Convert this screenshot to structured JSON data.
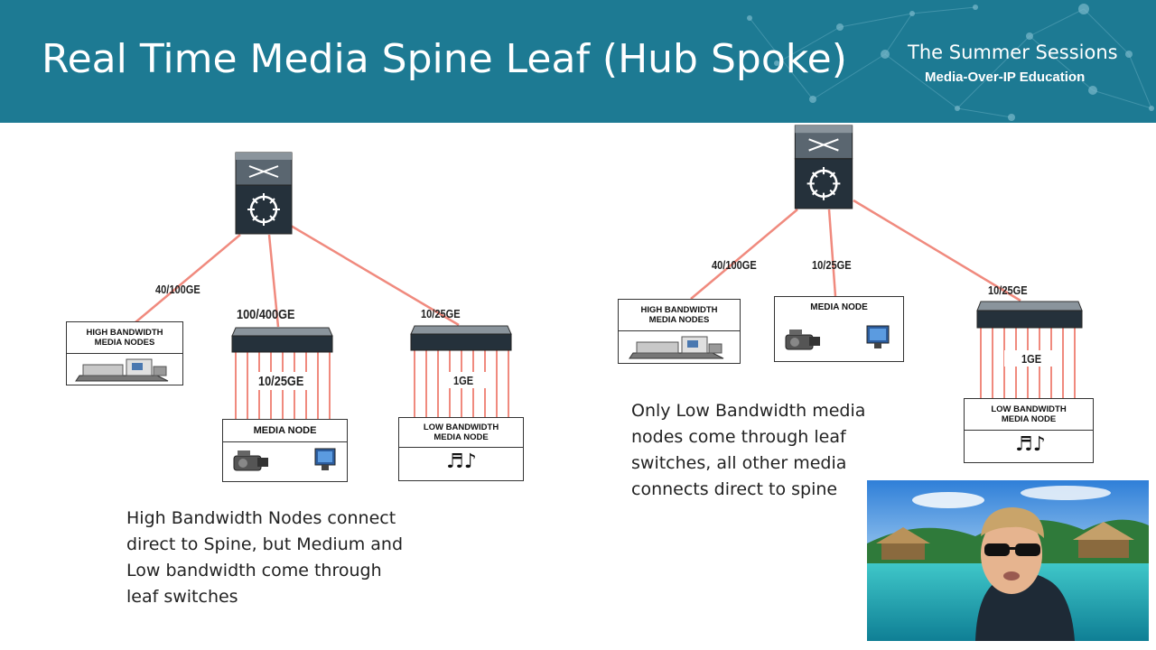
{
  "slide": {
    "title": "Real Time Media Spine Leaf (Hub Spoke)",
    "brand_line1": "The Summer Sessions",
    "brand_line2": "Media-Over-IP Education"
  },
  "left_diagram": {
    "link_spine_high": "40/100GE",
    "link_spine_leaf_medium": "100/400GE",
    "leaf_medium_downlink": "10/25GE",
    "link_spine_leaf_low": "10/25GE",
    "leaf_low_downlink": "1GE",
    "high_node": {
      "line1": "HIGH BANDWIDTH",
      "line2": "MEDIA NODES"
    },
    "medium_node": {
      "line1": "MEDIA NODE"
    },
    "low_node": {
      "line1": "LOW BANDWIDTH",
      "line2": "MEDIA NODE"
    },
    "caption": [
      "High Bandwidth Nodes connect",
      "direct to Spine, but Medium and",
      "Low bandwidth come through",
      "leaf switches"
    ]
  },
  "right_diagram": {
    "link_spine_high": "40/100GE",
    "link_spine_medium": "10/25GE",
    "link_spine_leaf_low": "10/25GE",
    "leaf_low_downlink": "1GE",
    "high_node": {
      "line1": "HIGH BANDWIDTH",
      "line2": "MEDIA NODES"
    },
    "medium_node": {
      "line1": "MEDIA NODE"
    },
    "low_node": {
      "line1": "LOW BANDWIDTH",
      "line2": "MEDIA NODE"
    },
    "caption": [
      "Only Low Bandwidth media",
      "nodes come through leaf",
      "switches, all other media",
      "connects direct to spine"
    ]
  },
  "colors": {
    "header_bg": "#1d7a93",
    "link": "#f08a7e",
    "switch_body": "#2e3a44"
  },
  "icons": [
    "spine-switch-icon",
    "leaf-switch-icon",
    "rack-equipment-icon",
    "camera-icon",
    "monitor-icon",
    "music-notes-icon"
  ]
}
